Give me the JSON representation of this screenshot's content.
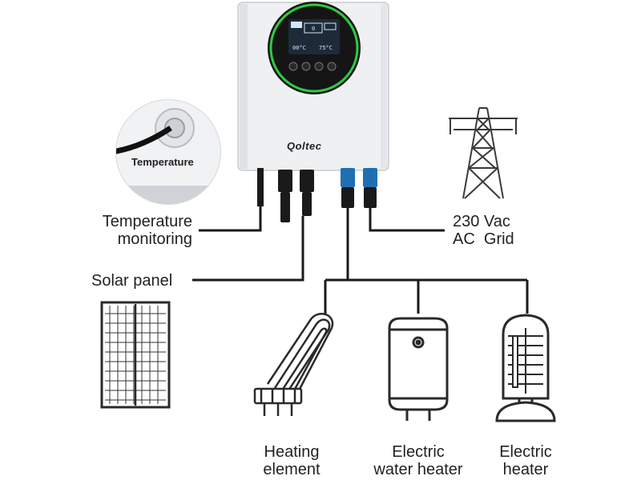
{
  "device": {
    "brand": "Qoltec",
    "display": {
      "value_left": "00°C",
      "value_right": "75°C",
      "value_top": "0"
    }
  },
  "inset": {
    "tag": "Temperature"
  },
  "labels": {
    "temperature": [
      "Temperature",
      "monitoring"
    ],
    "solar": "Solar panel",
    "grid": [
      "230 Vac",
      "AC  Grid"
    ],
    "heating_element": [
      "Heating",
      "element"
    ],
    "water_heater": [
      "Electric",
      "water heater"
    ],
    "electric_heater": [
      "Electric",
      "heater"
    ]
  },
  "colors": {
    "accent_ring": "#2ecc40",
    "housing": "#eceef0",
    "cable": "#1a1a1a",
    "connector_blue": "#1f6fb2"
  }
}
